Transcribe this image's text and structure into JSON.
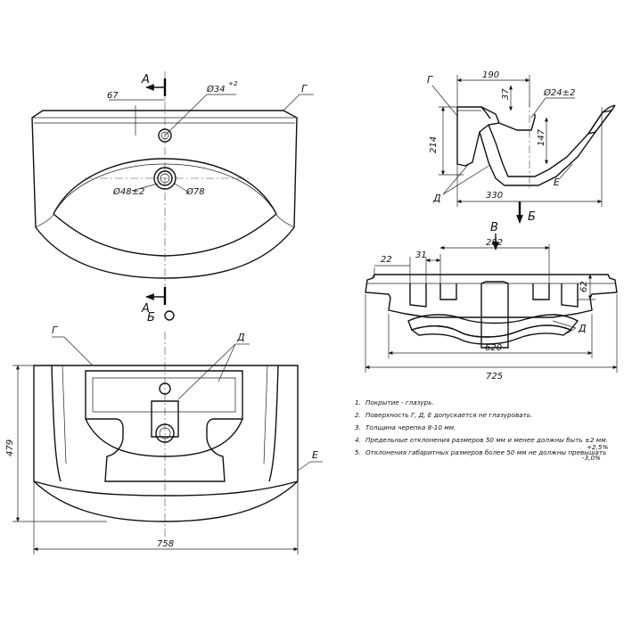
{
  "labels": {
    "section_a": "А",
    "view_b": "Б",
    "view_v": "В",
    "surface_g": "Г",
    "surface_d": "Д",
    "surface_e": "Е"
  },
  "dimensions": {
    "top_67": "67",
    "top_d34": "Ø34",
    "top_d34_tol": "+2",
    "top_d48": "Ø48±2",
    "top_d78": "Ø78",
    "sec_190": "190",
    "sec_37": "37",
    "sec_d24": "Ø24±2",
    "sec_214": "214",
    "sec_147": "147",
    "sec_330": "330",
    "front_22": "22",
    "front_31": "31",
    "front_282": "282",
    "front_62": "62",
    "front_620": "620",
    "front_725": "725",
    "bottom_479": "479",
    "bottom_758": "758"
  },
  "notes": [
    {
      "num": "1.",
      "text": "Покрытие - глазурь."
    },
    {
      "num": "2.",
      "text": "Поверхность Г, Д, Е допускается не глазуровать."
    },
    {
      "num": "3.",
      "text": "Толщина черепка 8-10 мм."
    },
    {
      "num": "4.",
      "text": "Предельные отклонения размеров 50 мм и менее должны быть ±2  мм."
    },
    {
      "num": "5.",
      "text": "Отклонения габаритных размеров более 50 мм не должны превышать"
    }
  ],
  "tolerance": {
    "plus": "+2,5%",
    "minus": "-3,0%"
  }
}
